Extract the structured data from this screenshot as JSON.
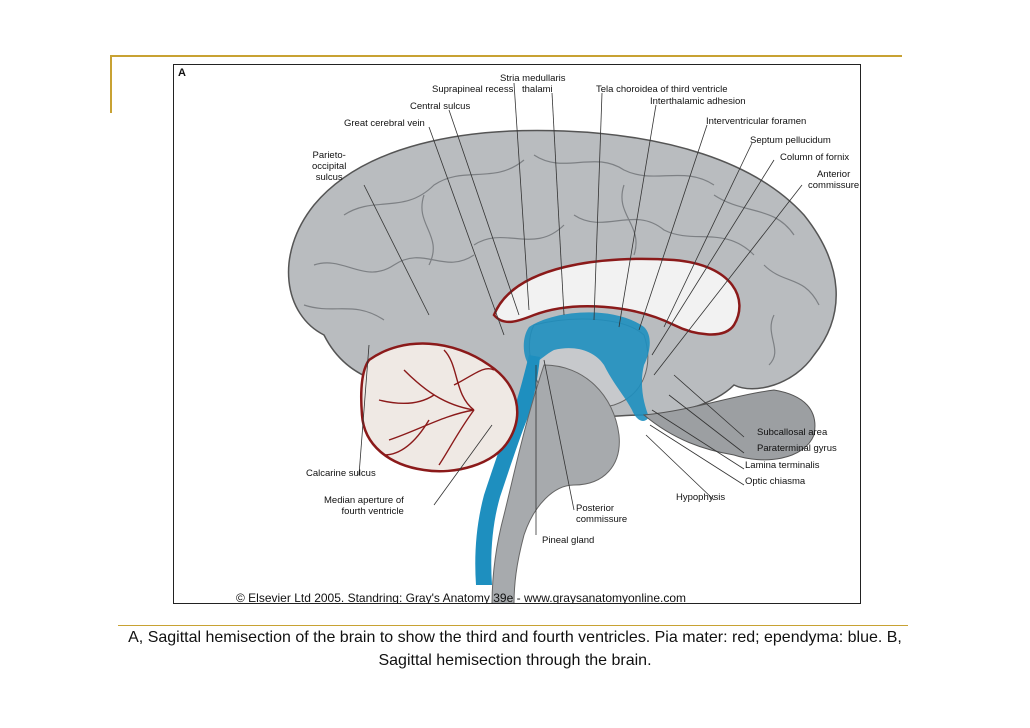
{
  "panel_letter": "A",
  "labels": {
    "stria_medullaris": "Stria medullaris",
    "thalami": "thalami",
    "suprapineal_recess": "Suprapineal recess",
    "tela_choroidea": "Tela choroidea of third ventricle",
    "interthalamic_adhesion": "Interthalamic adhesion",
    "central_sulcus": "Central sulcus",
    "interventricular_foramen": "Interventricular foramen",
    "great_cerebral_vein": "Great cerebral vein",
    "septum_pellucidum": "Septum pellucidum",
    "column_of_fornix": "Column of fornix",
    "parieto_occipital_sulcus": "Parieto-\noccipital\nsulcus",
    "anterior_commissure": "Anterior\ncommissure",
    "subcallosal_area": "Subcallosal area",
    "paraterminal_gyrus": "Paraterminal gyrus",
    "lamina_terminalis": "Lamina terminalis",
    "calcarine_sulcus": "Calcarine sulcus",
    "optic_chiasma": "Optic chiasma",
    "hypophysis": "Hypophysis",
    "median_aperture": "Median aperture of\nfourth ventricle",
    "posterior_commissure": "Posterior\ncommissure",
    "pineal_gland": "Pineal gland"
  },
  "copyright": "© Elsevier Ltd 2005. Standring: Gray's Anatomy 39e - www.graysanatomyonline.com",
  "caption": "A, Sagittal hemisection of the brain to show the third and fourth ventricles. Pia mater: red; ependyma: blue. B, Sagittal hemisection through the brain.",
  "colors": {
    "accent_rule": "#c8a233",
    "pia_mater": "#8b1a1a",
    "ependyma": "#1e8fbf",
    "brain_gray": "#b9bcbf"
  }
}
